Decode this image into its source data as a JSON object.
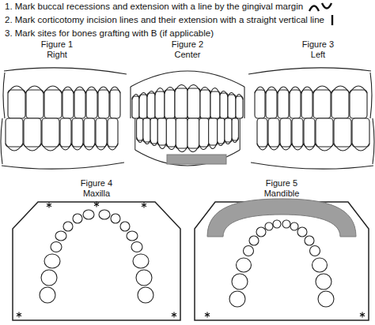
{
  "diagram": {
    "labels": [
      "1. Mark buccal recessions and extension with a line by the gingival margin",
      "2. Mark corticotomy incision lines and their extension with a straight vertical line",
      "3. Mark sites for bones grafting with B (if applicable)",
      "Figure 1",
      "Right",
      "Figure 2",
      "Center",
      "Figure 3",
      "Left",
      "Figure 4",
      "Maxilla",
      "Figure 5",
      "Mandible"
    ]
  }
}
